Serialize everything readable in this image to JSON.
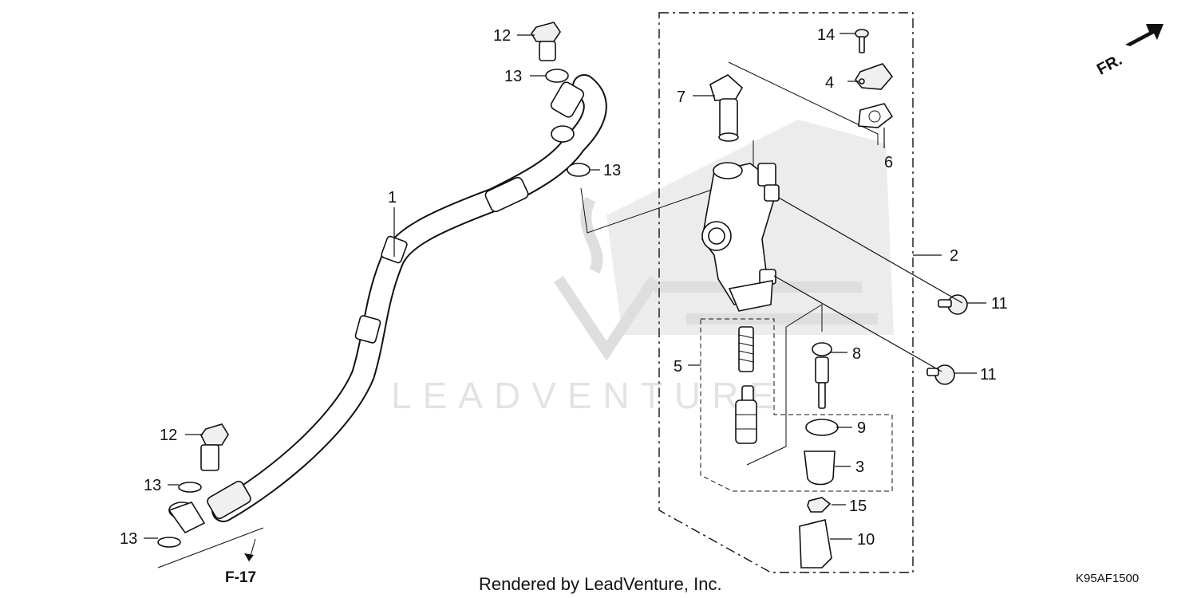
{
  "diagram": {
    "callouts": [
      {
        "id": "c1",
        "label": "1"
      },
      {
        "id": "c2",
        "label": "2"
      },
      {
        "id": "c3",
        "label": "3"
      },
      {
        "id": "c4",
        "label": "4"
      },
      {
        "id": "c5",
        "label": "5"
      },
      {
        "id": "c6",
        "label": "6"
      },
      {
        "id": "c7",
        "label": "7"
      },
      {
        "id": "c8",
        "label": "8"
      },
      {
        "id": "c9",
        "label": "9"
      },
      {
        "id": "c10",
        "label": "10"
      },
      {
        "id": "c11a",
        "label": "11"
      },
      {
        "id": "c11b",
        "label": "11"
      },
      {
        "id": "c12a",
        "label": "12"
      },
      {
        "id": "c12b",
        "label": "12"
      },
      {
        "id": "c13a",
        "label": "13"
      },
      {
        "id": "c13b",
        "label": "13"
      },
      {
        "id": "c13c",
        "label": "13"
      },
      {
        "id": "c13d",
        "label": "13"
      },
      {
        "id": "c14",
        "label": "14"
      },
      {
        "id": "c15",
        "label": "15"
      }
    ],
    "direction_label": "FR.",
    "reference_label": "F-17",
    "watermark_text": "LEADVENTURE",
    "footer_text": "Rendered by LeadVenture, Inc.",
    "diagram_code": "K95AF1500"
  }
}
